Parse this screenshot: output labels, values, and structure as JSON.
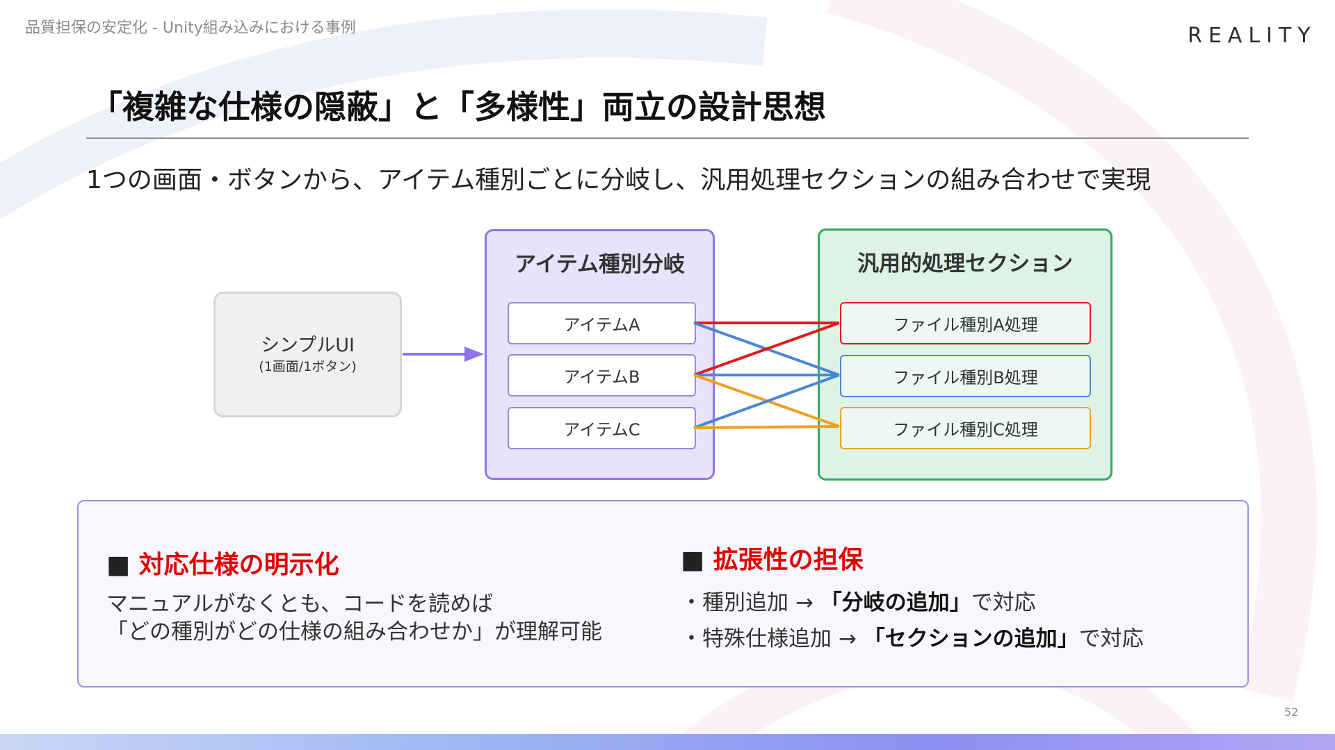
{
  "header": {
    "breadcrumb": "品質担保の安定化 - Unity組み込みにおける事例",
    "logo": "REALITY"
  },
  "slide": {
    "title": "「複雑な仕様の隠蔽」と「多様性」両立の設計思想",
    "subtitle": "1つの画面・ボタンから、アイテム種別ごとに分岐し、汎用処理セクションの組み合わせで実現"
  },
  "diagram": {
    "simple_ui": {
      "label": "シンプルUI",
      "sublabel": "(1画面/1ボタン)"
    },
    "branch_panel": {
      "title": "アイテム種別分岐",
      "items": [
        {
          "label": "アイテムA"
        },
        {
          "label": "アイテムB"
        },
        {
          "label": "アイテムC"
        }
      ]
    },
    "section_panel": {
      "title": "汎用的処理セクション",
      "processes": [
        {
          "label": "ファイル種別A処理",
          "color": "#e01b1b"
        },
        {
          "label": "ファイル種別B処理",
          "color": "#4a86d8"
        },
        {
          "label": "ファイル種別C処理",
          "color": "#f0a020"
        }
      ]
    },
    "connections": [
      {
        "from": "アイテムA",
        "to": "ファイル種別A処理",
        "color": "#e01b1b"
      },
      {
        "from": "アイテムA",
        "to": "ファイル種別B処理",
        "color": "#4a86d8"
      },
      {
        "from": "アイテムB",
        "to": "ファイル種別A処理",
        "color": "#e01b1b"
      },
      {
        "from": "アイテムB",
        "to": "ファイル種別B処理",
        "color": "#4a86d8"
      },
      {
        "from": "アイテムB",
        "to": "ファイル種別C処理",
        "color": "#f0a020"
      },
      {
        "from": "アイテムC",
        "to": "ファイル種別B処理",
        "color": "#4a86d8"
      },
      {
        "from": "アイテムC",
        "to": "ファイル種別C処理",
        "color": "#f0a020"
      }
    ],
    "arrow_color": "#8e74e6"
  },
  "summary": {
    "left": {
      "square": "■",
      "heading": "対応仕様の明示化",
      "lines": [
        "マニュアルがなくとも、コードを読めば",
        "「どの種別がどの仕様の組み合わせか」が理解可能"
      ]
    },
    "right": {
      "square": "■",
      "heading": "拡張性の担保",
      "bullets": [
        {
          "prefix": "・種別追加 → ",
          "emphasis": "「分岐の追加」",
          "suffix": "で対応"
        },
        {
          "prefix": "・特殊仕様追加 → ",
          "emphasis": "「セクションの追加」",
          "suffix": "で対応"
        }
      ]
    },
    "heading_color": "#e00000"
  },
  "footer": {
    "page_number": "52"
  }
}
